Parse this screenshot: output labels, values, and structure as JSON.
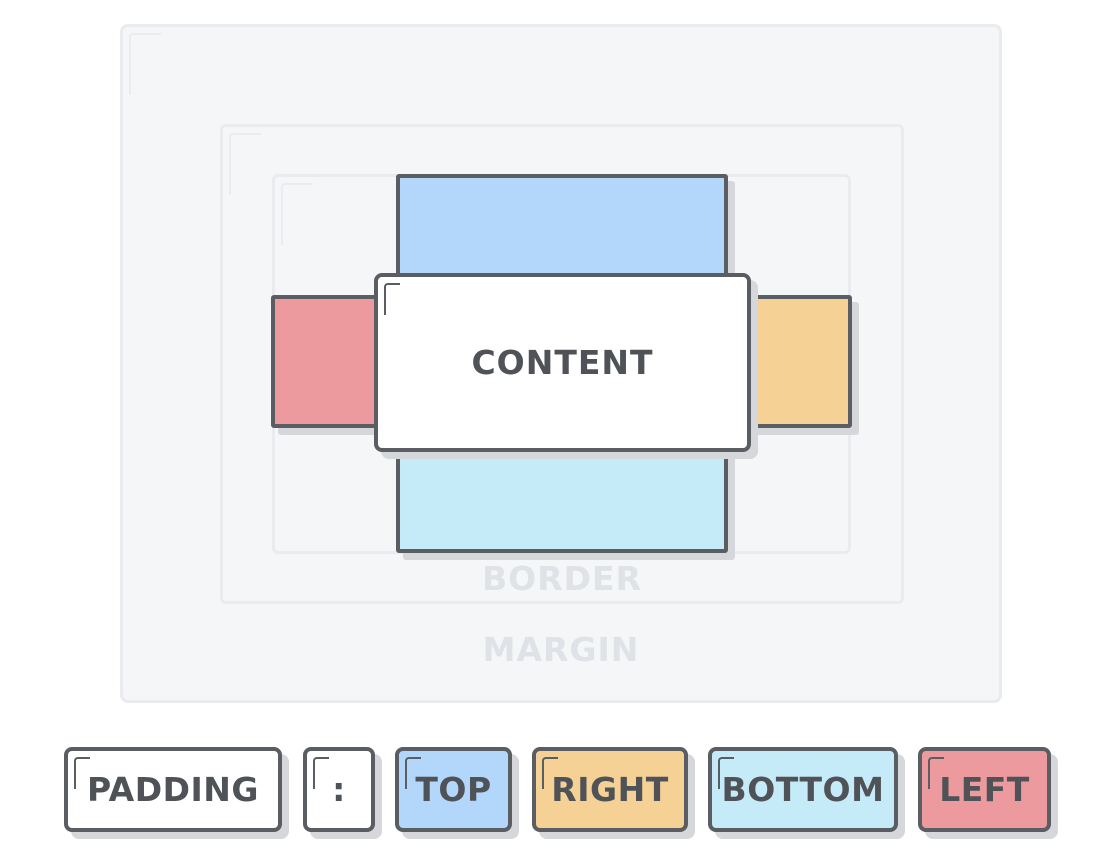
{
  "diagram": {
    "content_label": "CONTENT",
    "border_label": "BORDER",
    "margin_label": "MARGIN"
  },
  "legend": {
    "property": "PADDING",
    "separator": ":",
    "top": "TOP",
    "right": "RIGHT",
    "bottom": "BOTTOM",
    "left": "LEFT"
  },
  "colors": {
    "top": "#b3d6fb",
    "right": "#f5d195",
    "bottom": "#c5eaf8",
    "left": "#ed9a9f",
    "outline": "#5a5d62",
    "margin_fill": "#f5f6f8"
  }
}
